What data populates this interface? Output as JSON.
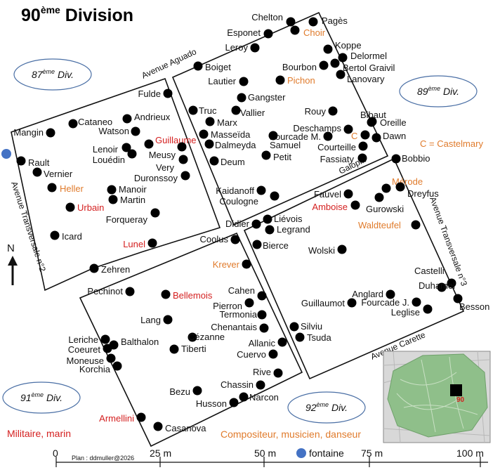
{
  "title": {
    "main": "90",
    "sup": "ème",
    "rest": " Division"
  },
  "colors": {
    "black": "#111111",
    "red": "#d42020",
    "orange": "#e07b2c",
    "blue_dot": "#4472c4",
    "ellipse_stroke": "#4a6fa5",
    "inset_green": "#8fbf8a",
    "inset_city": "#d8d8d8"
  },
  "avenues": {
    "aguado": "Avenue Aguado",
    "transversale2": "Avenue Transversale n°2",
    "transversale3": "Avenue Transversale n°3",
    "carette": "Avenue Carette",
    "galopin": "Galopin"
  },
  "divisions": [
    {
      "num": "87",
      "sup": "ème",
      "label": " Div."
    },
    {
      "num": "89",
      "sup": "ème",
      "label": " Div."
    },
    {
      "num": "91",
      "sup": "ème",
      "label": " Div."
    },
    {
      "num": "92",
      "sup": "ème",
      "label": " Div."
    }
  ],
  "graves": [
    {
      "name": "Chelton",
      "cat": "black"
    },
    {
      "name": "Pagès",
      "cat": "black"
    },
    {
      "name": "Esponet",
      "cat": "black"
    },
    {
      "name": "Choir",
      "cat": "orange"
    },
    {
      "name": "Leroy",
      "cat": "black"
    },
    {
      "name": "Koppe",
      "cat": "black"
    },
    {
      "name": "Delormel",
      "cat": "black"
    },
    {
      "name": "Boiget",
      "cat": "black"
    },
    {
      "name": "Bourbon",
      "cat": "black"
    },
    {
      "name": "Bertol Graivil",
      "cat": "black"
    },
    {
      "name": "Lanovary",
      "cat": "black"
    },
    {
      "name": "Lautier",
      "cat": "black"
    },
    {
      "name": "Pichon",
      "cat": "orange"
    },
    {
      "name": "Fulde",
      "cat": "black"
    },
    {
      "name": "Gangster",
      "cat": "black"
    },
    {
      "name": "Truc",
      "cat": "black"
    },
    {
      "name": "Vallier",
      "cat": "black"
    },
    {
      "name": "Rouy",
      "cat": "black"
    },
    {
      "name": "Bibaut",
      "cat": "black"
    },
    {
      "name": "Marx",
      "cat": "black"
    },
    {
      "name": "Deschamps",
      "cat": "black"
    },
    {
      "name": "Oreille",
      "cat": "black"
    },
    {
      "name": "C",
      "cat": "orange"
    },
    {
      "name": "Masseïda",
      "cat": "black"
    },
    {
      "name": "Fourcade M.",
      "cat": "black"
    },
    {
      "name": "Dawn",
      "cat": "black"
    },
    {
      "name": "Dalmeyda",
      "cat": "black"
    },
    {
      "name": "Samuel",
      "cat": "black"
    },
    {
      "name": "Courteille",
      "cat": "black"
    },
    {
      "name": "Petit",
      "cat": "black"
    },
    {
      "name": "Fassiaty",
      "cat": "black"
    },
    {
      "name": "Deum",
      "cat": "black"
    },
    {
      "name": "Bobbio",
      "cat": "black"
    },
    {
      "name": "Andrieux",
      "cat": "black"
    },
    {
      "name": "Cataneo",
      "cat": "black"
    },
    {
      "name": "Mangin",
      "cat": "black"
    },
    {
      "name": "Watson",
      "cat": "black"
    },
    {
      "name": "Guillaume",
      "cat": "red"
    },
    {
      "name": "Lenoir",
      "cat": "black"
    },
    {
      "name": "Louédin",
      "cat": "black"
    },
    {
      "name": "Meusy",
      "cat": "black"
    },
    {
      "name": "Very",
      "cat": "black"
    },
    {
      "name": "Duronssoy",
      "cat": "black"
    },
    {
      "name": "Rault",
      "cat": "black"
    },
    {
      "name": "Vernier",
      "cat": "black"
    },
    {
      "name": "Heller",
      "cat": "orange"
    },
    {
      "name": "Manoir",
      "cat": "black"
    },
    {
      "name": "Martin",
      "cat": "black"
    },
    {
      "name": "Urbain",
      "cat": "red"
    },
    {
      "name": "Forqueray",
      "cat": "black"
    },
    {
      "name": "Icard",
      "cat": "black"
    },
    {
      "name": "Lunel",
      "cat": "red"
    },
    {
      "name": "Zehren",
      "cat": "black"
    },
    {
      "name": "Kaidanoff",
      "cat": "black"
    },
    {
      "name": "Coulogne",
      "cat": "black"
    },
    {
      "name": "Fauvel",
      "cat": "black"
    },
    {
      "name": "Mérode",
      "cat": "orange"
    },
    {
      "name": "Dreyfus",
      "cat": "black"
    },
    {
      "name": "Amboise",
      "cat": "red"
    },
    {
      "name": "Gurowski",
      "cat": "black"
    },
    {
      "name": "Waldteufel",
      "cat": "orange"
    },
    {
      "name": "Didier",
      "cat": "black"
    },
    {
      "name": "Liévois",
      "cat": "black"
    },
    {
      "name": "Legrand",
      "cat": "black"
    },
    {
      "name": "Coolus",
      "cat": "black"
    },
    {
      "name": "Bierce",
      "cat": "black"
    },
    {
      "name": "Wolski",
      "cat": "black"
    },
    {
      "name": "Krever",
      "cat": "orange"
    },
    {
      "name": "Castelli",
      "cat": "black"
    },
    {
      "name": "Duhamel",
      "cat": "black"
    },
    {
      "name": "Anglard",
      "cat": "black"
    },
    {
      "name": "Fourcade J.",
      "cat": "black"
    },
    {
      "name": "Guillaumot",
      "cat": "black"
    },
    {
      "name": "Leglise",
      "cat": "black"
    },
    {
      "name": "Besson",
      "cat": "black"
    },
    {
      "name": "Pechinot",
      "cat": "black"
    },
    {
      "name": "Bellemois",
      "cat": "red"
    },
    {
      "name": "Cahen",
      "cat": "black"
    },
    {
      "name": "Pierron",
      "cat": "black"
    },
    {
      "name": "Termonia",
      "cat": "black"
    },
    {
      "name": "Lang",
      "cat": "black"
    },
    {
      "name": "Chenantais",
      "cat": "black"
    },
    {
      "name": "Silviu",
      "cat": "black"
    },
    {
      "name": "Tsuda",
      "cat": "black"
    },
    {
      "name": "Cézanne",
      "cat": "black"
    },
    {
      "name": "Allanic",
      "cat": "black"
    },
    {
      "name": "Leriche",
      "cat": "black"
    },
    {
      "name": "Balthalon",
      "cat": "black"
    },
    {
      "name": "Tiberti",
      "cat": "black"
    },
    {
      "name": "Cuervo",
      "cat": "black"
    },
    {
      "name": "Coeuret",
      "cat": "black"
    },
    {
      "name": "Moneuse",
      "cat": "black"
    },
    {
      "name": "Korchia",
      "cat": "black"
    },
    {
      "name": "Rive",
      "cat": "black"
    },
    {
      "name": "Chassin",
      "cat": "black"
    },
    {
      "name": "Bezu",
      "cat": "black"
    },
    {
      "name": "Narcon",
      "cat": "black"
    },
    {
      "name": "Husson",
      "cat": "black"
    },
    {
      "name": "Armellini",
      "cat": "red"
    },
    {
      "name": "Casanova",
      "cat": "black"
    }
  ],
  "legend": {
    "castelmary": "C = Castelmary",
    "militaire": "Militaire, marin",
    "compositeur": "Compositeur, musicien, danseur",
    "fontaine": "fontaine",
    "credit": "Plan : ddmuller@2026"
  },
  "north": "N",
  "scale": {
    "ticks": [
      "0",
      "25 m",
      "50 m",
      "75 m",
      "100 m"
    ]
  },
  "inset": {
    "label": "90"
  }
}
